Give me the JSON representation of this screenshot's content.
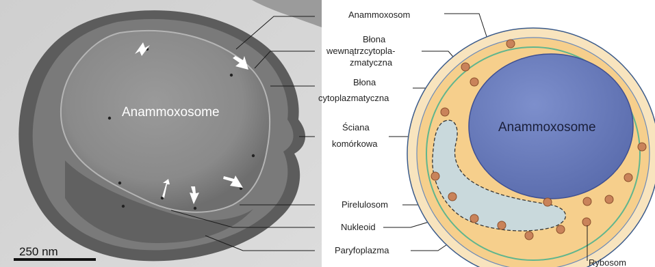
{
  "micrograph": {
    "title": "Anammoxosome",
    "scale_bar_label": "250 nm"
  },
  "labels": {
    "anammoxosom": "Anammoxosom",
    "blona_wewn_1": "Błona",
    "blona_wewn_2": "wewnątrzcytopla-",
    "blona_wewn_3": "zmatyczna",
    "blona_cyto_1": "Błona",
    "blona_cyto_2": "cytoplazmatyczna",
    "sciana_1": "Ściana",
    "sciana_2": "komórkowa",
    "pirelulosom": "Pirelulosom",
    "nukleoid": "Nukleoid",
    "paryfoplazma": "Paryfoplazma",
    "rybosom": "Rybosom"
  },
  "schematic": {
    "title": "Anammoxosome"
  },
  "colors": {
    "em_background": "#d6d6d6",
    "cell_wall_dark": "#5e5e5e",
    "em_interior": "#8c8c8c",
    "paryfoplazma": "#f6cf8c",
    "membrane_green": "#5fb58e",
    "anammoxosome_blue": "#6c7fbf",
    "nucleoid_fill": "#c9d9dc",
    "ribosome": "#c9835a",
    "outer_ring": "#f8e4be"
  },
  "icons": {
    "arrows": "white-arrow-icon",
    "ribosomes": "ribosome-icon"
  }
}
